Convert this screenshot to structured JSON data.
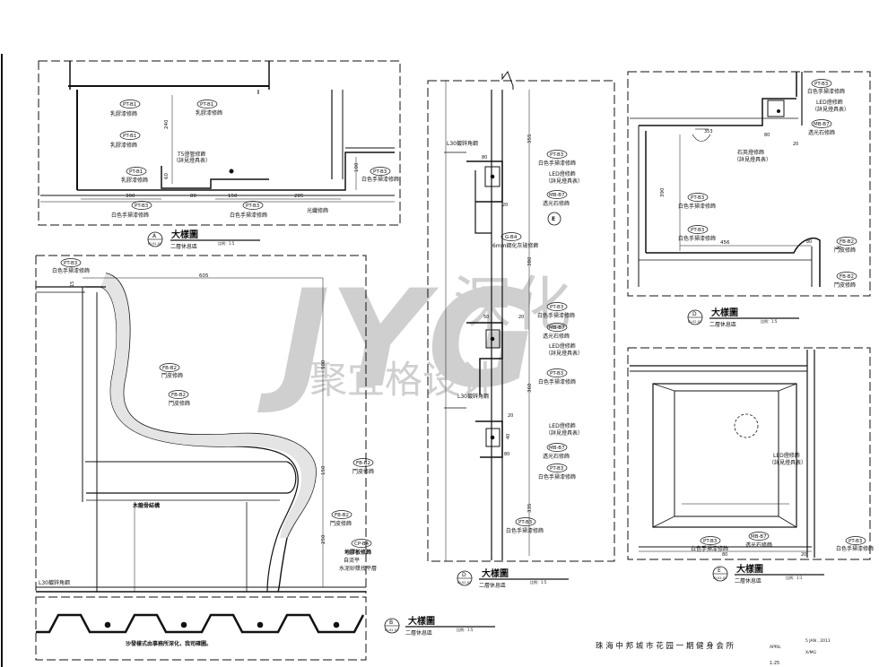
{
  "watermark": {
    "latin": "JYG",
    "cn_top": "深化",
    "cn_bottom": "聚宜格设计"
  },
  "drawing": {
    "project_title": "珠 海 中 邦 城 市 花 园 一 期 健 身 会 所",
    "date": "5 JAN , 2011",
    "month": "APRIL",
    "initials": "X/MG",
    "scale": "1:25"
  },
  "title_blocks": {
    "A": {
      "letter": "A",
      "sheet": "ID-02-01",
      "title": "大樣圖",
      "scale_note": "比例：1:5",
      "subtitle": "二層休息區"
    },
    "B": {
      "letter": "B",
      "sheet": "ID-02-01",
      "title": "大樣圖",
      "scale_note": "比例：1:5",
      "subtitle": "二層休息區"
    },
    "D": {
      "letter": "D",
      "sheet": "ID-02-01",
      "title": "大樣圖",
      "scale_note": "比例：1:5",
      "subtitle": "二層休息區"
    },
    "E": {
      "letter": "E",
      "sheet": "ID-02-01",
      "title": "大樣圖",
      "scale_note": "比例：1:1",
      "subtitle": "二層休息區"
    }
  },
  "tags": {
    "pt_b1": "PT-B1",
    "pt_b3": "PT-B3",
    "fb_b2": "FB-B2",
    "mb_b7": "MB-B7",
    "g_b4": "G-B4",
    "cp_b4": "CP-B4",
    "e_marker": "E"
  },
  "labels": {
    "latex_paint": "乳膠漆修飾",
    "white_hand_paint": "白色手掃漆修飾",
    "light_box": "光纖修飾",
    "t5_lamp": "T5燈管修飾",
    "see_lamp_schedule": "（詳見燈具表）",
    "led_lamp": "LED燈修飾",
    "translucent_stone": "透光石修飾",
    "leather": "鬥皮修飾",
    "wood_frame": "木龍骨結構",
    "carpet": "地膠板修飾",
    "self_level": "自流平",
    "cement_screed": "水泥砂漿找平層",
    "galv_angle": "L30鍍鋅角鋼",
    "galv_angle_2": "L30鍍鋅角鋼",
    "gray_glass": "6mm鋼化灰玻修飾",
    "quartz": "石英燈修飾",
    "deck_note": "沙發樣式由事務所深化，我司確圖。"
  },
  "dims": {
    "a_240": "240",
    "a_60": "60",
    "a_300": "300",
    "a_80": "80",
    "a_150": "150",
    "a_285": "285",
    "a_100": "100",
    "b_605": "605",
    "b_500": "500",
    "b_150": "150",
    "b_250": "250",
    "b_15": "15",
    "c_355": "355",
    "c_80": "80",
    "c_20": "20",
    "c_380": "380",
    "c_50": "50",
    "c_360": "360",
    "c_335": "335",
    "c_40": "40",
    "d_353": "353",
    "d_80": "80",
    "d_20": "20",
    "d_390": "390",
    "d_456": "456",
    "e_80": "80",
    "e_20": "20"
  }
}
